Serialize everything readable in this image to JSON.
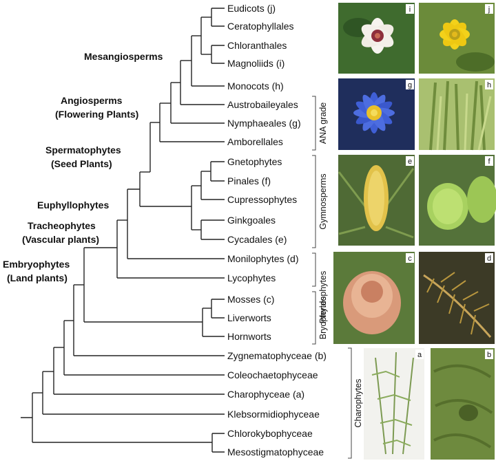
{
  "taxa": [
    "Eudicots (j)",
    "Ceratophyllales",
    "Chloranthales",
    "Magnoliids (i)",
    "Monocots (h)",
    "Austrobaileyales",
    "Nymphaeales (g)",
    "Amborellales",
    "Gnetophytes",
    "Pinales (f)",
    "Cupressophytes",
    "Ginkgoales",
    "Cycadales (e)",
    "Monilophytes (d)",
    "Lycophytes",
    "Mosses (c)",
    "Liverworts",
    "Hornworts",
    "Zygnematophyceae (b)",
    "Coleochaetophyceae",
    "Charophyceae (a)",
    "Klebsormidiophyceae",
    "Chlorokybophyceae",
    "Mesostigmatophyceae"
  ],
  "clades": {
    "mesangiosperms": "Mesangiosperms",
    "angiosperms_1": "Angiosperms",
    "angiosperms_2": "(Flowering Plants)",
    "spermatophytes_1": "Spermatophytes",
    "spermatophytes_2": "(Seed Plants)",
    "euphyllophytes": "Euphyllophytes",
    "tracheophytes_1": "Tracheophytes",
    "tracheophytes_2": "(Vascular plants)",
    "embryophytes_1": "Embryophytes",
    "embryophytes_2": "(Land plants)"
  },
  "groups": {
    "ana": "ANA grade",
    "gymnosperms": "Gymnosperms",
    "pteridophytes": "Pteridophytes",
    "bryophytes": "Bryophytes",
    "charophytes": "Charophytes"
  },
  "photo_labels": [
    "i",
    "j",
    "g",
    "h",
    "e",
    "f",
    "c",
    "d",
    "a",
    "b"
  ]
}
